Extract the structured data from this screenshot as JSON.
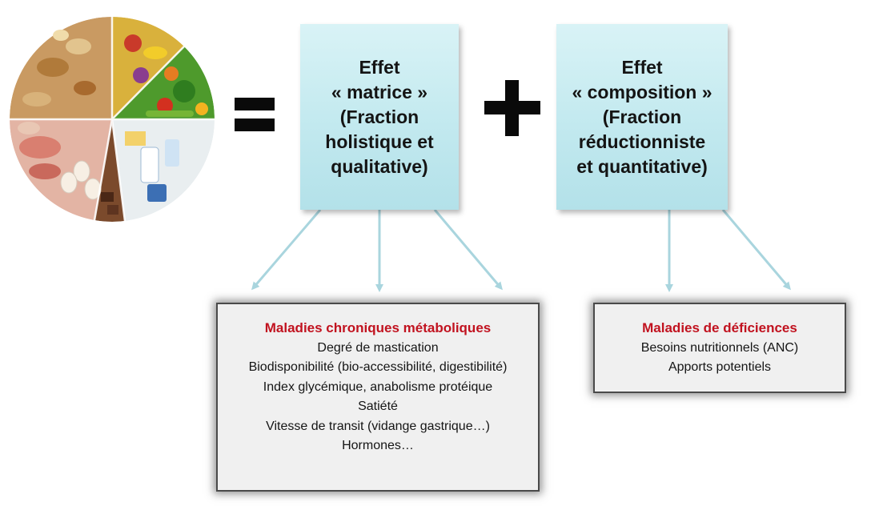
{
  "colors": {
    "effect_box": "#c2e9ef",
    "disease_title": "#c1121f",
    "arrow": "#a9d5de",
    "disease_box_bg": "#f0f0f0"
  },
  "icons": {
    "plate": "food-plate-icon",
    "equals": "equals-icon",
    "plus": "plus-icon"
  },
  "matrix_effect": {
    "lines": [
      "Effet",
      "« matrice »",
      "(Fraction",
      "holistique et",
      "qualitative)"
    ]
  },
  "composition_effect": {
    "lines": [
      "Effet",
      "« composition »",
      "(Fraction",
      "réductionniste",
      "et quantitative)"
    ]
  },
  "chronic_diseases": {
    "title": "Maladies chroniques métaboliques",
    "items": [
      "Degré de mastication",
      "Biodisponibilité (bio-accessibilité, digestibilité)",
      "Index glycémique, anabolisme protéique",
      "Satiété",
      "Vitesse de transit (vidange gastrique…)",
      "Hormones…"
    ]
  },
  "deficiency_diseases": {
    "title": "Maladies de déficiences",
    "items": [
      "Besoins nutritionnels (ANC)",
      "Apports potentiels"
    ]
  }
}
